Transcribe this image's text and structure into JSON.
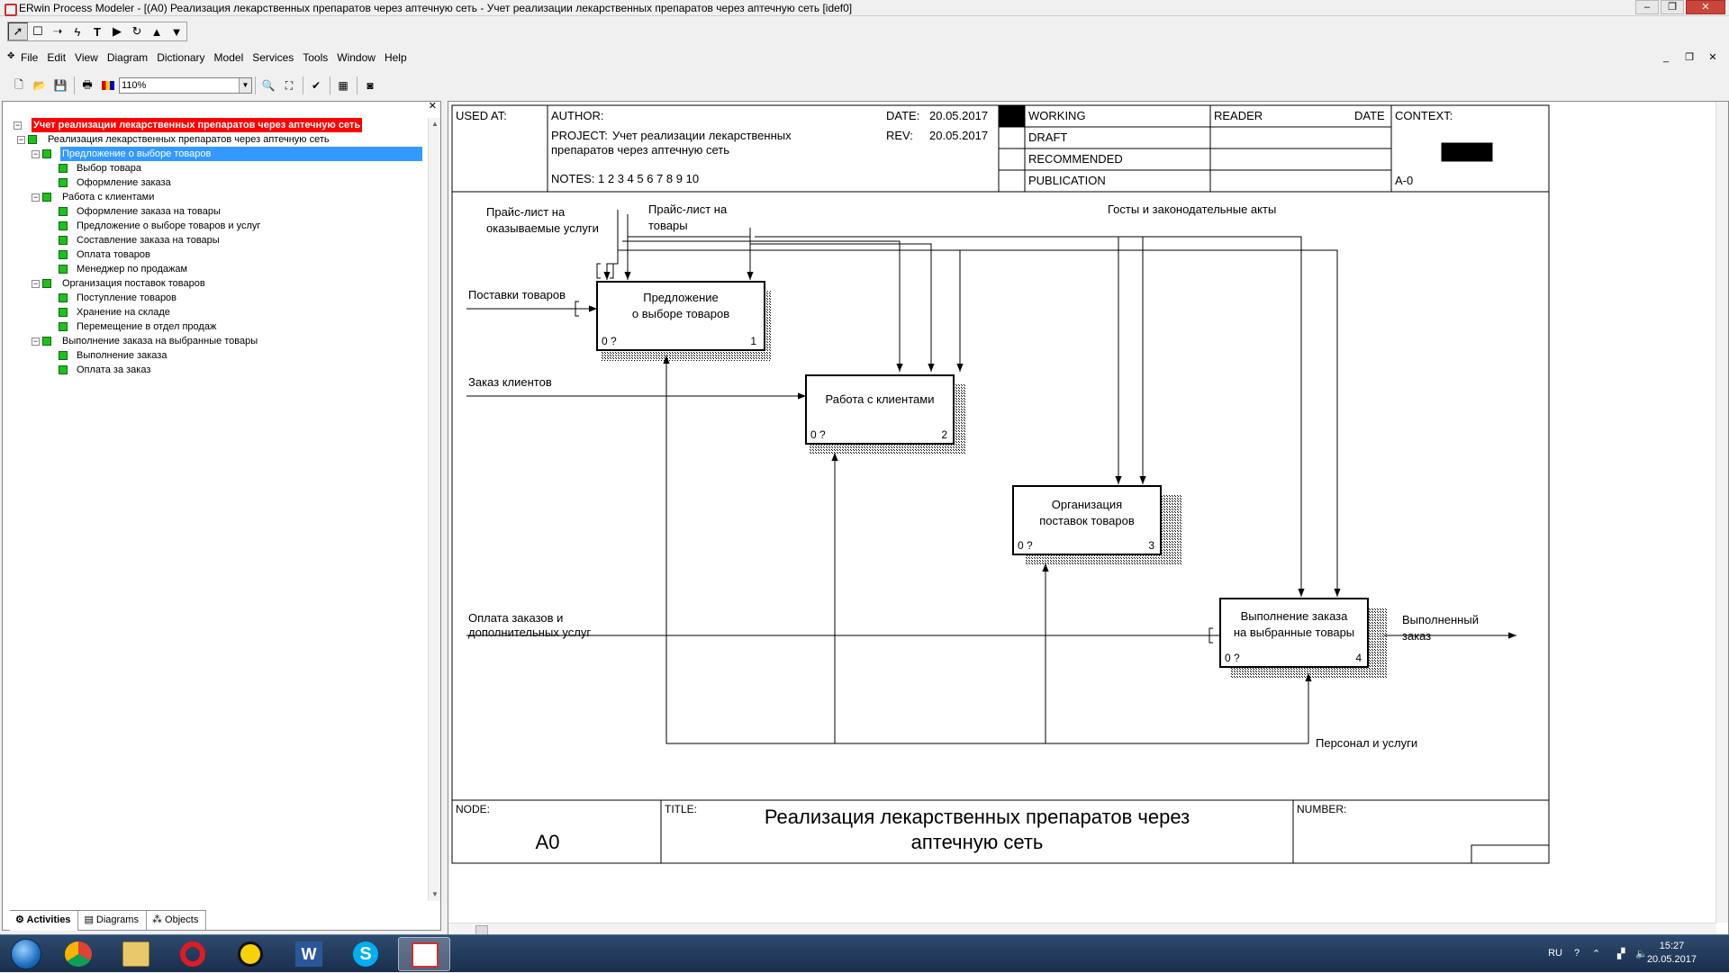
{
  "window": {
    "title": "ERwin Process Modeler - [(A0) Реализация  лекарственных препаратов  через аптечную сеть - Учет реализации лекарственных препаратов через аптечную сеть  [idef0]"
  },
  "drawing_tools": [
    "pointer-tool",
    "box-tool",
    "arrow-tool",
    "squiggle-tool",
    "text-tool",
    "off-page-tool",
    "go-to-parent-tool",
    "go-to-child-tool"
  ],
  "menu": {
    "items": [
      "File",
      "Edit",
      "View",
      "Diagram",
      "Dictionary",
      "Model",
      "Services",
      "Tools",
      "Window",
      "Help"
    ]
  },
  "toolbar": {
    "zoom_value": "110%"
  },
  "explorer": {
    "root_label": "Учет реализации лекарственных препаратов через аптечную сеть",
    "a0_label": "Реализация  лекарственных препаратов  через аптечную сеть",
    "groups": [
      {
        "label": "Предложение о выборе товаров",
        "children": [
          "Выбор товара",
          "Оформление заказа"
        ]
      },
      {
        "label": "Работа с клиентами",
        "children": [
          "Оформление  заказа на товары",
          "Предложение о выборе  товаров и услуг",
          "Составление заказа  на товары",
          "Оплата товаров",
          "Менеджер по продажам"
        ]
      },
      {
        "label": "Организация поставок товаров",
        "children": [
          "Поступление товаров",
          "Хранение на складе",
          "Перемещение в  отдел продаж"
        ]
      },
      {
        "label": "Выполнение заказа  на выбранные товары",
        "children": [
          "Выполнение заказа",
          "Оплата за заказ"
        ]
      }
    ],
    "tabs": [
      "Activities",
      "Diagrams",
      "Objects"
    ]
  },
  "header": {
    "used_at": "USED AT:",
    "author": "AUTHOR:",
    "project_label": "PROJECT:",
    "project_line1": "Учет реализации лекарственных",
    "project_line2": "препаратов через аптечную сеть",
    "notes": "NOTES:  1  2  3  4  5  6  7  8  9  10",
    "date_label": "DATE:",
    "date_value": "20.05.2017",
    "rev_label": "REV:",
    "rev_value": "20.05.2017",
    "status": [
      "WORKING",
      "DRAFT",
      "RECOMMENDED",
      "PUBLICATION"
    ],
    "reader": "READER",
    "reader_date": "DATE",
    "context": "CONTEXT:",
    "context_node": "A-0"
  },
  "footer": {
    "node_label": "NODE:",
    "node_value": "A0",
    "title_label": "TITLE:",
    "title_line1": "Реализация  лекарственных препаратов  через",
    "title_line2": "аптечную сеть",
    "number_label": "NUMBER:"
  },
  "boxes": [
    {
      "line1": "Предложение",
      "line2": "о выборе товаров",
      "cost": "0 ?",
      "num": "1"
    },
    {
      "line1": "Работа с клиентами",
      "line2": "",
      "cost": "0 ?",
      "num": "2"
    },
    {
      "line1": "Организация",
      "line2": "поставок товаров",
      "cost": "0 ?",
      "num": "3"
    },
    {
      "line1": "Выполнение заказа",
      "line2": "на выбранные товары",
      "cost": "0 ?",
      "num": "4"
    }
  ],
  "arrows": {
    "price_services_1": "Прайс-лист на",
    "price_services_2": "оказываемые услуги",
    "price_goods_1": "Прайс-лист на",
    "price_goods_2": "товары",
    "gost": "Госты и законодательные акты",
    "supply": "Поставки товаров",
    "client_orders": "Заказ клиентов",
    "payment_1": "Оплата заказов и",
    "payment_2": "дополнительных услуг",
    "done_1": "Выполненный",
    "done_2": "заказ",
    "staff": "Персонал и услуги"
  },
  "taskbar": {
    "apps": [
      "chrome-icon",
      "explorer-icon",
      "opera-icon",
      "messenger-icon",
      "word-icon",
      "skype-icon",
      "erwin-icon"
    ],
    "lang": "RU",
    "time": "15:27",
    "date": "20.05.2017"
  }
}
